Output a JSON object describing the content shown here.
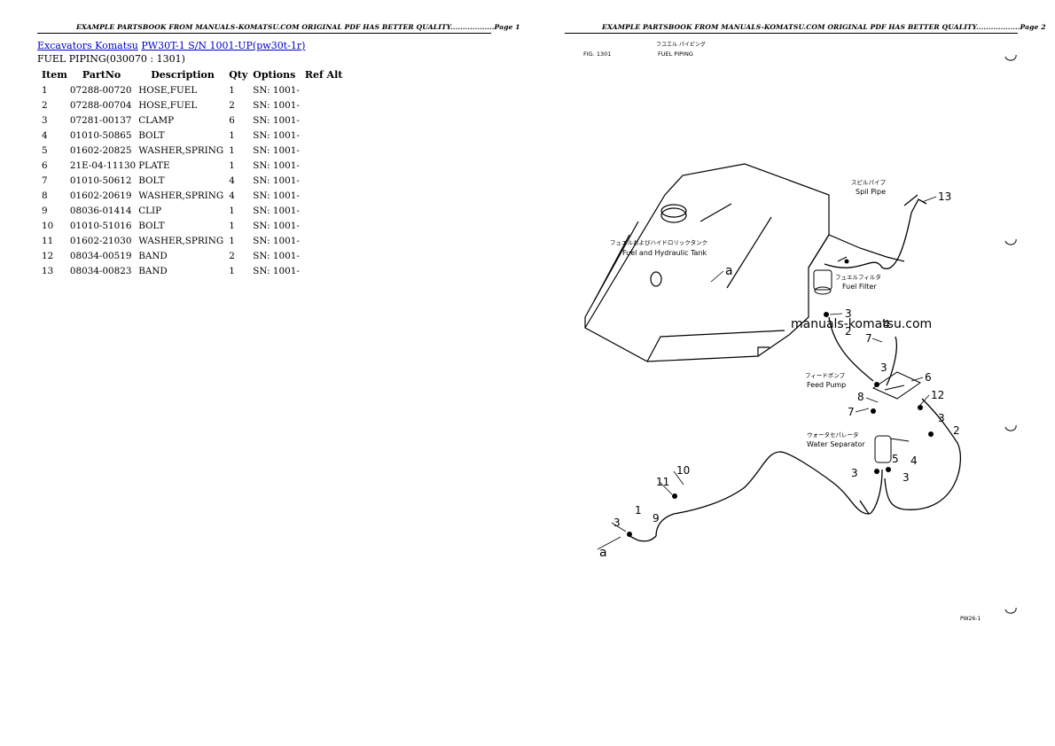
{
  "page1": {
    "header": "EXAMPLE PARTSBOOK FROM MANUALS-KOMATSU.COM ORIGINAL PDF HAS BETTER QUALITY..................Page 1",
    "links": {
      "category": "Excavators Komatsu",
      "model": "PW30T-1 S/N 1001-UP(pw30t-1r)"
    },
    "subtitle": "FUEL PIPING(030070 : 1301)",
    "table": {
      "columns": [
        "Item",
        "PartNo",
        "Description",
        "Qty",
        "Options",
        "Ref Alt"
      ],
      "rows": [
        [
          "1",
          "07288-00720",
          "HOSE,FUEL",
          "1",
          "SN: 1001-",
          ""
        ],
        [
          "2",
          "07288-00704",
          "HOSE,FUEL",
          "2",
          "SN: 1001-",
          ""
        ],
        [
          "3",
          "07281-00137",
          "CLAMP",
          "6",
          "SN: 1001-",
          ""
        ],
        [
          "4",
          "01010-50865",
          "BOLT",
          "1",
          "SN: 1001-",
          ""
        ],
        [
          "5",
          "01602-20825",
          "WASHER,SPRING",
          "1",
          "SN: 1001-",
          ""
        ],
        [
          "6",
          "21E-04-11130",
          "PLATE",
          "1",
          "SN: 1001-",
          ""
        ],
        [
          "7",
          "01010-50612",
          "BOLT",
          "4",
          "SN: 1001-",
          ""
        ],
        [
          "8",
          "01602-20619",
          "WASHER,SPRING",
          "4",
          "SN: 1001-",
          ""
        ],
        [
          "9",
          "08036-01414",
          "CLIP",
          "1",
          "SN: 1001-",
          ""
        ],
        [
          "10",
          "01010-51016",
          "BOLT",
          "1",
          "SN: 1001-",
          ""
        ],
        [
          "11",
          "01602-21030",
          "WASHER,SPRING",
          "1",
          "SN: 1001-",
          ""
        ],
        [
          "12",
          "08034-00519",
          "BAND",
          "2",
          "SN: 1001-",
          ""
        ],
        [
          "13",
          "08034-00823",
          "BAND",
          "1",
          "SN: 1001-",
          ""
        ]
      ]
    }
  },
  "page2": {
    "header": "EXAMPLE PARTSBOOK FROM MANUALS-KOMATSU.COM ORIGINAL PDF HAS BETTER QUALITY..................Page 2",
    "fig_label": "FIG. 1301",
    "title_jp": "フユエル パイピング",
    "title_en": "FUEL PIPING",
    "watermark": "manuals-komatsu.com",
    "footer_code": "PW26-1",
    "labels": {
      "spill_pipe_jp": "スピルパイプ",
      "spill_pipe_en": "Spil Pipe",
      "tank_jp": "フュエルおよびハイドロリックタンク",
      "tank_en": "Fuel and Hydraulic Tank",
      "fuel_filter_jp": "フュエルフィルタ",
      "fuel_filter_en": "Fuel Filter",
      "feed_pump_jp": "フィードポンプ",
      "feed_pump_en": "Feed Pump",
      "water_sep_jp": "ウォータセパレータ",
      "water_sep_en": "Water Separator"
    },
    "callouts": {
      "c13": "13",
      "ca_top": "a",
      "c3a": "3",
      "c2a": "2",
      "c7a": "7",
      "c4a": "4",
      "c3b": "3",
      "c6": "6",
      "c8": "8",
      "c12": "12",
      "c7b": "7",
      "c3c": "3",
      "c2b": "2",
      "c5": "5",
      "c4b": "4",
      "c3d": "3",
      "c3e": "3",
      "c10": "10",
      "c11": "11",
      "c1": "1",
      "c9": "9",
      "c3f": "3",
      "ca_bottom": "a"
    }
  }
}
